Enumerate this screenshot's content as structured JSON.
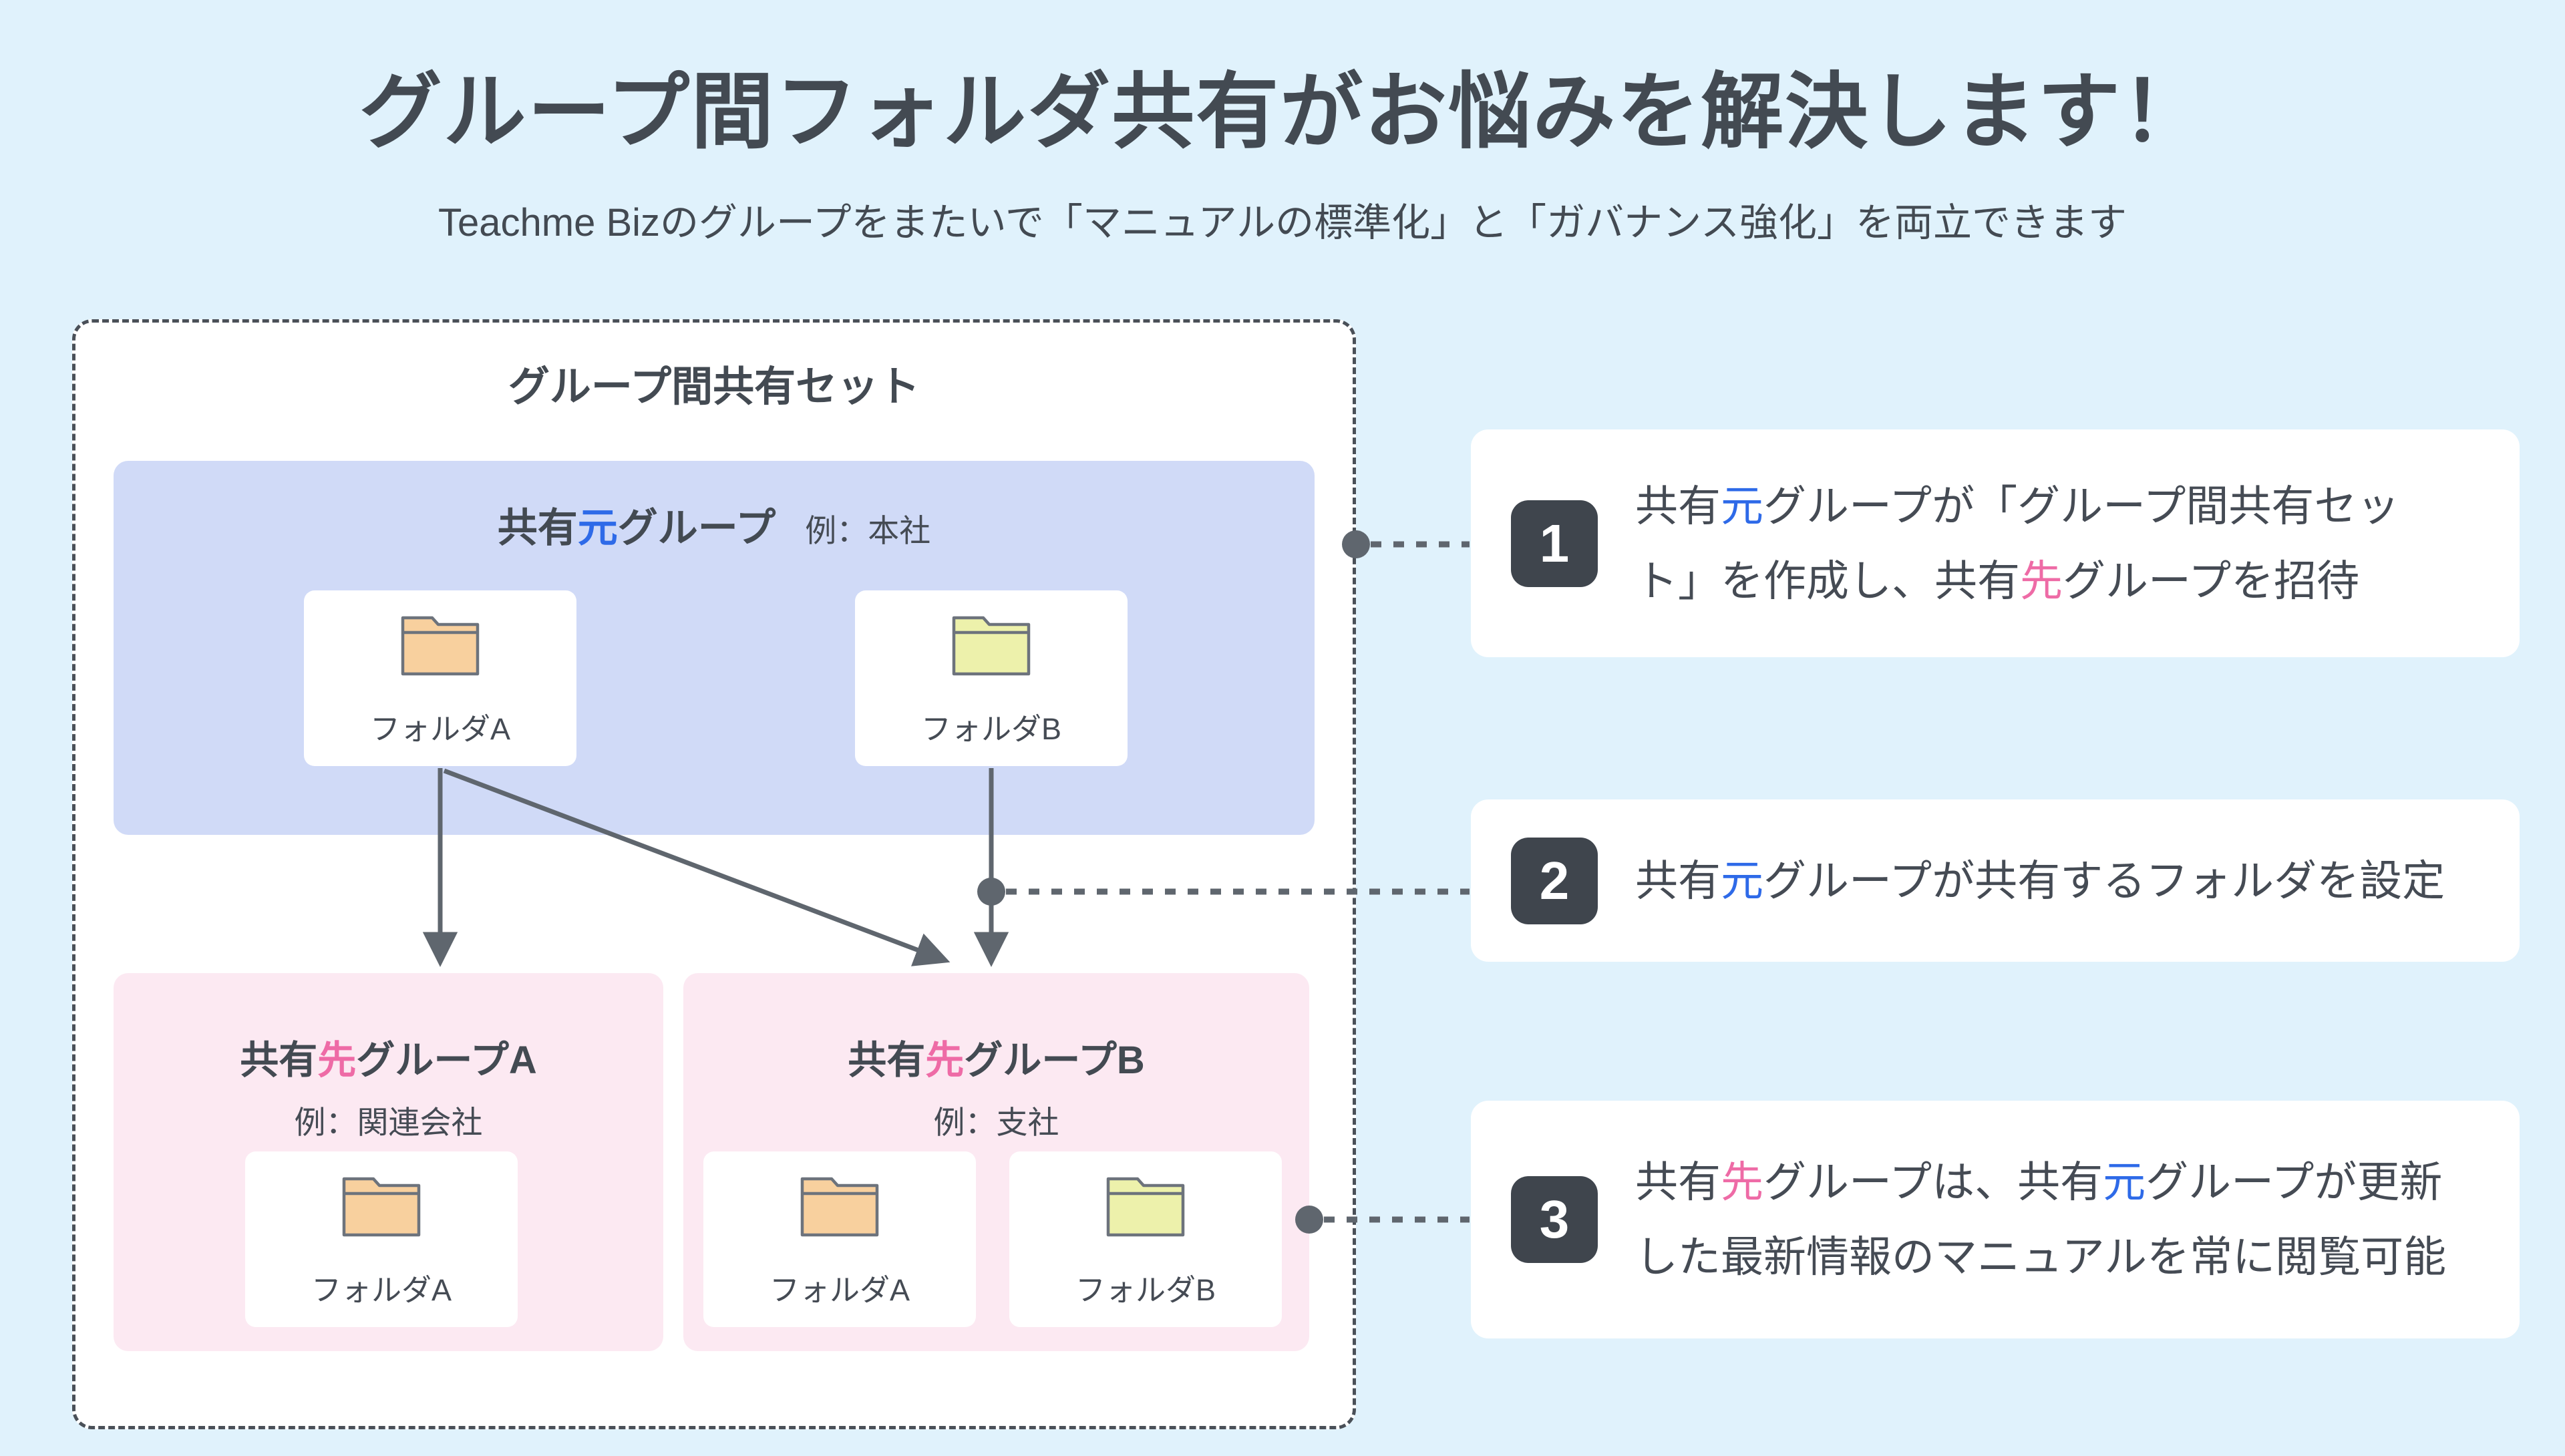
{
  "colors": {
    "background": "#e0f2fc",
    "title_text": "#434a52",
    "body_text": "#454b54",
    "accent_blue": "#2e6ae8",
    "accent_pink": "#ee6ba6",
    "container_border": "#4a5058",
    "container_bg": "#ffffff",
    "source_box_bg": "#d0daf7",
    "dest_box_bg": "#fce9f2",
    "card_bg": "#ffffff",
    "folder_orange": "#f8d09e",
    "folder_yellow": "#edf1ab",
    "folder_stroke": "#6d737c",
    "connector": "#5f666e",
    "badge_bg": "#3f454d",
    "badge_text": "#ffffff"
  },
  "header": {
    "title": "グループ間フォルダ共有がお悩みを解決します！",
    "subtitle": "Teachme Bizのグループをまたいで「マニュアルの標準化」と「ガバナンス強化」を両立できます"
  },
  "diagram": {
    "container_label": "グループ間共有セット",
    "source_group": {
      "title_segments": [
        {
          "t": "共有"
        },
        {
          "t": "元",
          "c": "blue"
        },
        {
          "t": "グループ"
        }
      ],
      "example": "例：本社",
      "folders": [
        {
          "label": "フォルダA",
          "color": "orange"
        },
        {
          "label": "フォルダB",
          "color": "yellow"
        }
      ]
    },
    "dest_groups": [
      {
        "title_segments": [
          {
            "t": "共有"
          },
          {
            "t": "先",
            "c": "pink"
          },
          {
            "t": "グループA"
          }
        ],
        "example": "例：関連会社",
        "folders": [
          {
            "label": "フォルダA",
            "color": "orange"
          }
        ]
      },
      {
        "title_segments": [
          {
            "t": "共有"
          },
          {
            "t": "先",
            "c": "pink"
          },
          {
            "t": "グループB"
          }
        ],
        "example": "例：支社",
        "folders": [
          {
            "label": "フォルダA",
            "color": "orange"
          },
          {
            "label": "フォルダB",
            "color": "yellow"
          }
        ]
      }
    ]
  },
  "annotations": [
    {
      "number": "1",
      "text_segments": [
        {
          "t": "共有"
        },
        {
          "t": "元",
          "c": "blue"
        },
        {
          "t": "グループが「グループ間共有セッ"
        },
        {
          "br": true
        },
        {
          "t": "ト」を作成し、共有"
        },
        {
          "t": "先",
          "c": "pink"
        },
        {
          "t": "グループを招待"
        }
      ]
    },
    {
      "number": "2",
      "text_segments": [
        {
          "t": "共有"
        },
        {
          "t": "元",
          "c": "blue"
        },
        {
          "t": "グループが共有するフォルダを設定"
        }
      ]
    },
    {
      "number": "3",
      "text_segments": [
        {
          "t": "共有"
        },
        {
          "t": "先",
          "c": "pink"
        },
        {
          "t": "グループは、共有"
        },
        {
          "t": "元",
          "c": "blue"
        },
        {
          "t": "グループが更新"
        },
        {
          "br": true
        },
        {
          "t": "した最新情報のマニュアルを常に閲覧可能"
        }
      ]
    }
  ]
}
